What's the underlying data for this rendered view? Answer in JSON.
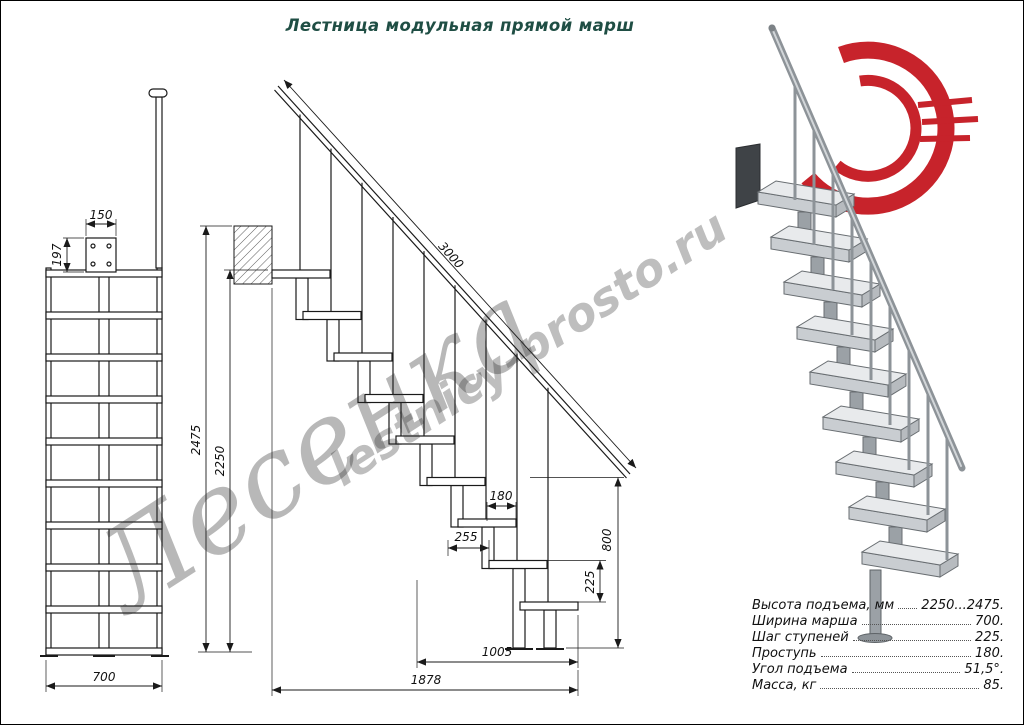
{
  "title": "Лестница модульная прямой марш",
  "watermark": {
    "name": "Лесенка",
    "site": "lestnicy-prosto.ru"
  },
  "front_view": {
    "dim_plate_width": "150",
    "dim_plate_height": "197",
    "dim_march_width": "700"
  },
  "side_view": {
    "dim_rail_length": "3000",
    "dim_total_height": "2475",
    "dim_floor_height": "2250",
    "dim_tread_depth": "180",
    "dim_step_run": "255",
    "dim_post_height": "800",
    "dim_step_rise": "225",
    "dim_base_span": "1005",
    "dim_total_run": "1878"
  },
  "specs": {
    "rows": [
      {
        "label": "Высота подъема, мм",
        "value": "2250...2475."
      },
      {
        "label": "Ширина марша",
        "value": "700."
      },
      {
        "label": "Шаг ступеней",
        "value": "225."
      },
      {
        "label": "Проступь",
        "value": "180."
      },
      {
        "label": "Угол подъема",
        "value": "51,5°."
      },
      {
        "label": "Масса, кг",
        "value": "85."
      }
    ]
  },
  "colors": {
    "line": "#1a1a1a",
    "title_green": "#1f4e44",
    "accent_red": "#c7232b",
    "steel": "#8d9398",
    "tread_top": "#e8eaec",
    "watermark_grey": "rgba(40,40,40,0.33)"
  }
}
